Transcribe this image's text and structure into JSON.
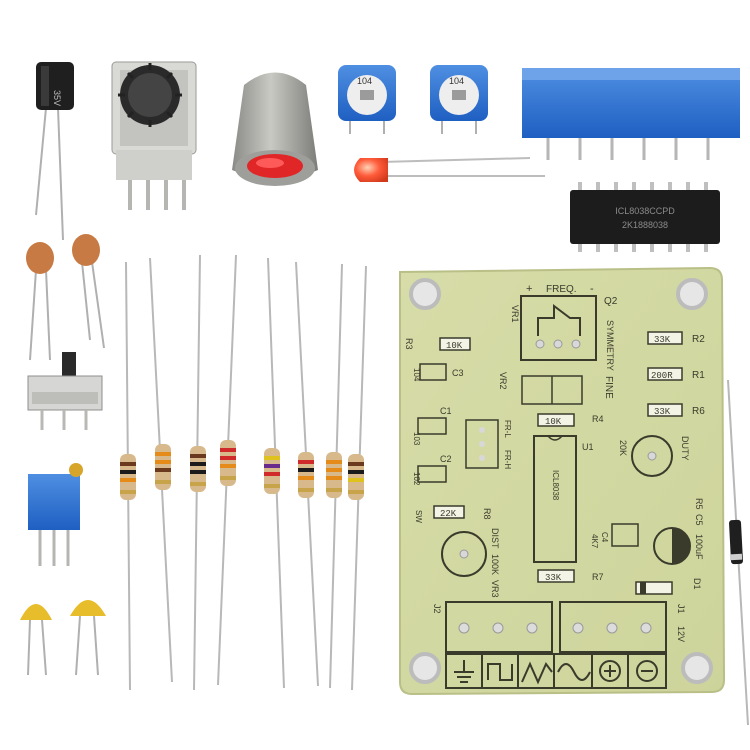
{
  "capacitor": {
    "marking": "35V"
  },
  "trimmers": [
    {
      "code": "104"
    },
    {
      "code": "104"
    }
  ],
  "ic": {
    "line1": "ICL8038CCPD",
    "line2": "2K1888038"
  },
  "pcb": {
    "labels": {
      "freq": "FREQ.",
      "q2": "Q2",
      "symmetry": "SYMMETRY",
      "fine": "FINE",
      "r3": "R3",
      "r2": "R2",
      "r1": "R1",
      "r4": "R4",
      "r6": "R6",
      "r5": "R5",
      "r7": "R7",
      "r8": "R8",
      "c1": "C1",
      "c2": "C2",
      "c3": "C3",
      "c4": "C4",
      "c5": "C5",
      "d1": "D1",
      "j1": "J1",
      "j2": "J2",
      "vr1": "VR1",
      "vr2": "VR2",
      "vr3": "VR3",
      "u1": "U1",
      "duty": "DUTY",
      "dist": "DIST",
      "k20": "20K",
      "k100": "100K",
      "k10": "10K",
      "k33": "33K",
      "k22": "22K",
      "k200": "200R",
      "k4k7": "4K7",
      "uf100": "100uF",
      "v12": "12V",
      "sw": "SW",
      "fr_l": "FR-L",
      "fr_h": "FR-H",
      "ic_body": "ICL8038",
      "plus": "+",
      "minus": "-",
      "c103": "103",
      "c102": "102",
      "c104": "104"
    }
  }
}
